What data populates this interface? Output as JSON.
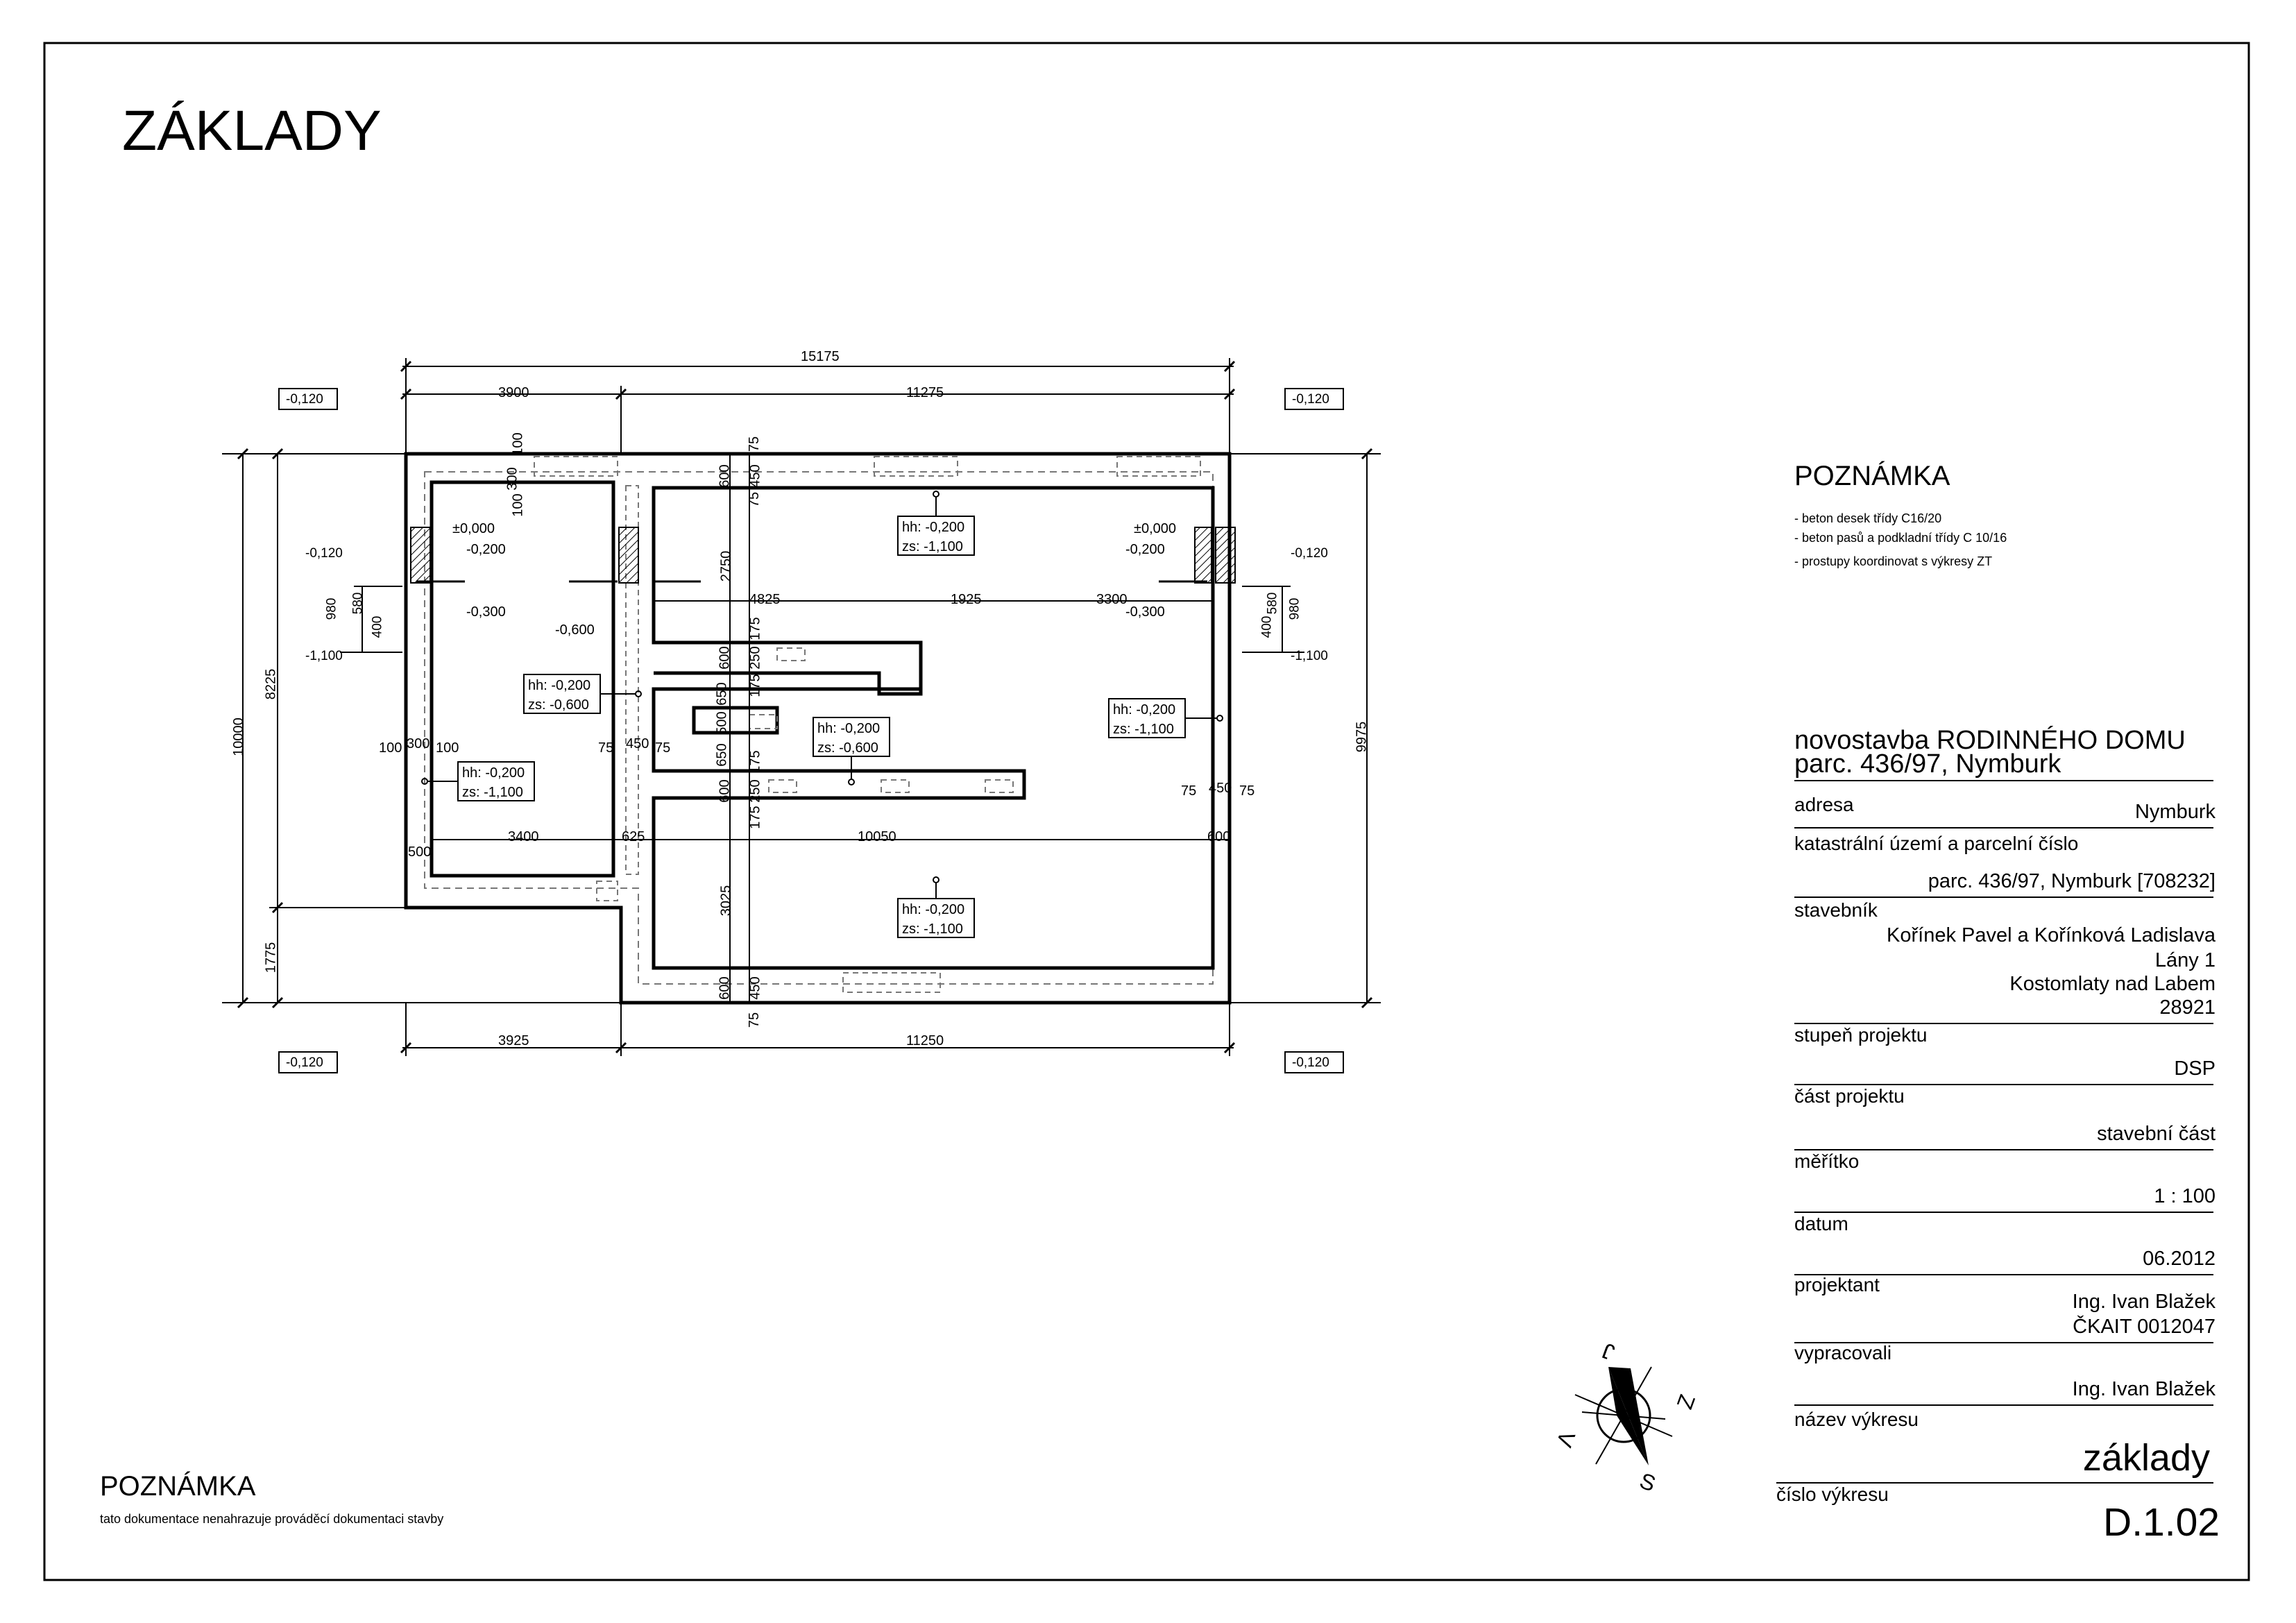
{
  "drawing": {
    "title": "ZÁKLADY",
    "note_top": {
      "heading": "POZNÁMKA",
      "lines": [
        "- beton desek třídy C16/20",
        "- beton pasů a podkladní třídy C 10/16",
        "- prostupy koordinovat s výkresy ZT"
      ]
    },
    "note_bottom": {
      "heading": "POZNÁMKA",
      "text": "tato dokumentace nenahrazuje prováděcí dokumentaci stavby"
    },
    "north_arrow": {
      "letters": [
        "J",
        "Z",
        "S",
        "V"
      ]
    },
    "plan": {
      "dims_top": [
        "15175",
        "3900",
        "11275"
      ],
      "dims_bottom": [
        "3925",
        "11250"
      ],
      "dims_left": [
        "10000",
        "8225",
        "1775"
      ],
      "dims_right": [
        "9975"
      ],
      "corner_levels": [
        "-0,120",
        "-0,120",
        "-0,120",
        "-0,120"
      ],
      "internal_dims": {
        "h": [
          "4825",
          "1925",
          "3300",
          "3400",
          "625",
          "10050",
          "600",
          "100",
          "300",
          "100",
          "75",
          "450",
          "75",
          "75",
          "450",
          "75",
          "500"
        ],
        "v": [
          "100",
          "300",
          "100",
          "600",
          "450",
          "75",
          "2750",
          "600",
          "250",
          "175",
          "175",
          "650",
          "500",
          "650",
          "175",
          "600",
          "250",
          "175",
          "3025",
          "600",
          "450",
          "75",
          "75"
        ]
      },
      "edge_left": {
        "lvl_top": "-0,120",
        "d1": "980",
        "d2": "580",
        "d3": "400",
        "lvl_bot": "-1,100"
      },
      "edge_right": {
        "lvl_top": "-0,120",
        "d1": "980",
        "d2": "580",
        "d3": "400",
        "lvl_bot": "-1,100"
      },
      "levels": [
        "±0,000",
        "-0,200",
        "-0,300",
        "-0,600",
        "±0,000",
        "-0,200",
        "-0,300"
      ],
      "tags": [
        {
          "hh": "hh: -0,200",
          "zs": "zs: -1,100"
        },
        {
          "hh": "hh: -0,200",
          "zs": "zs: -0,600"
        },
        {
          "hh": "hh: -0,200",
          "zs": "zs: -0,600"
        },
        {
          "hh": "hh: -0,200",
          "zs": "zs: -1,100"
        },
        {
          "hh": "hh: -0,200",
          "zs": "zs: -1,100"
        },
        {
          "hh": "hh: -0,200",
          "zs": "zs: -1,100"
        }
      ]
    }
  },
  "title_block": {
    "project_line1": "novostavba RODINNÉHO DOMU",
    "project_line2": "parc. 436/97, Nymburk",
    "address_label": "adresa",
    "address_value": "Nymburk",
    "cadastre_label": "katastrální území a parcelní číslo",
    "cadastre_value": "parc. 436/97, Nymburk [708232]",
    "builder_label": "stavebník",
    "builder_lines": [
      "Kořínek Pavel a Kořínková Ladislava",
      "Lány 1",
      "Kostomlaty nad Labem",
      "28921"
    ],
    "stage_label": "stupeň projektu",
    "stage_value": "DSP",
    "part_label": "část projektu",
    "part_value": "stavební část",
    "scale_label": "měřítko",
    "scale_value": "1 : 100",
    "date_label": "datum",
    "date_value": "06.2012",
    "designer_label": "projektant",
    "designer_lines": [
      "Ing. Ivan Blažek",
      "ČKAIT 0012047"
    ],
    "prepared_label": "vypracovali",
    "prepared_value": "Ing. Ivan Blažek",
    "drawing_name_label": "název výkresu",
    "drawing_name_value": "základy",
    "drawing_number_label": "číslo výkresu",
    "drawing_number_value": "D.1.02"
  }
}
